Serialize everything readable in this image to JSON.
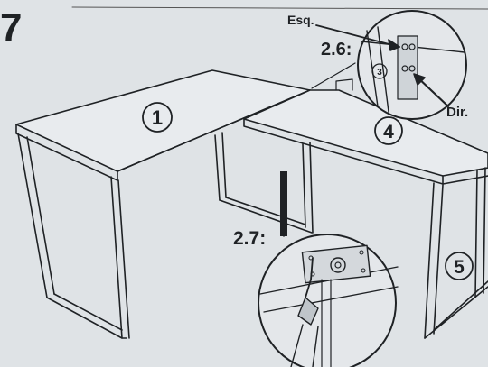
{
  "step": {
    "number": "7"
  },
  "callouts": {
    "detail_26": "2.6:",
    "detail_27": "2.7:",
    "left_label": "Esq.",
    "right_label": "Dir."
  },
  "parts": [
    {
      "id": "part-1",
      "label": "1"
    },
    {
      "id": "part-3",
      "label": "3"
    },
    {
      "id": "part-4",
      "label": "4"
    },
    {
      "id": "part-5",
      "label": "5"
    }
  ],
  "colors": {
    "paper": "#dfe3e6",
    "ink": "#1f2225",
    "shade": "#cfd4d8"
  }
}
